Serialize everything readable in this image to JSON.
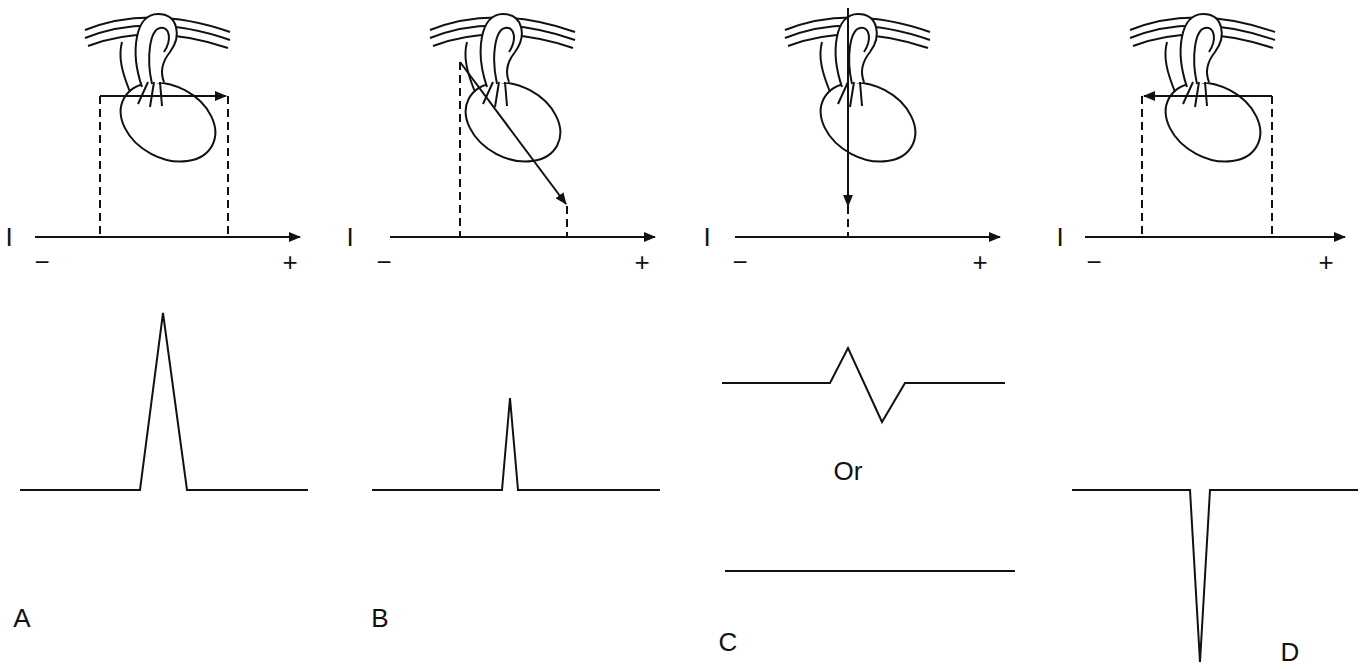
{
  "diagram": {
    "labels": [
      "I",
      "−",
      "+",
      "I",
      "−",
      "+",
      "I",
      "−",
      "+",
      "I",
      "−",
      "+",
      "Or",
      "A",
      "B",
      "C",
      "D"
    ]
  }
}
